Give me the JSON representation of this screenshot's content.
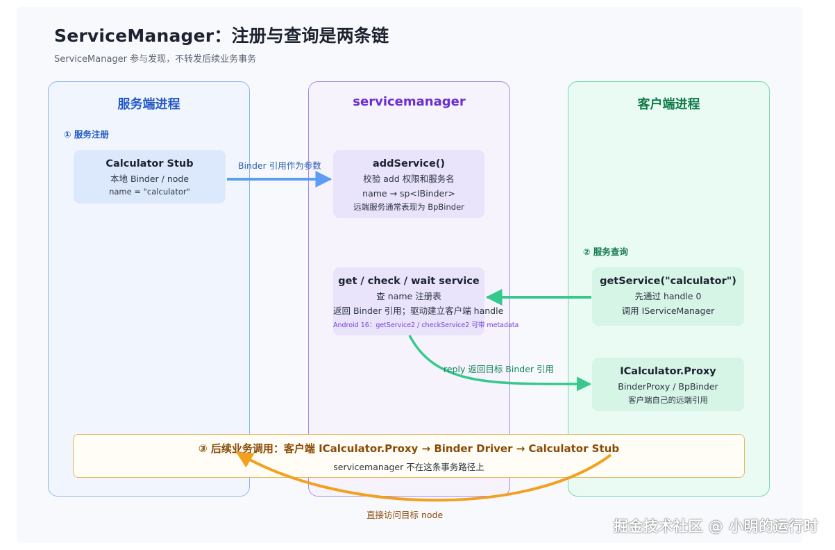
{
  "title": "ServiceManager：注册与查询是两条链",
  "subtitle": "ServiceManager 参与发现，不转发后续业务事务",
  "columns": {
    "server": {
      "title": "服务端进程",
      "step": "① 服务注册"
    },
    "sm": {
      "title": "servicemanager"
    },
    "client": {
      "title": "客户端进程",
      "step": "② 服务查询"
    }
  },
  "boxes": {
    "stub": {
      "title": "Calculator Stub",
      "line1": "本地 Binder / node",
      "line2": "name = \"calculator\""
    },
    "add": {
      "title": "addService()",
      "line1": "校验 add 权限和服务名",
      "line2": "name → sp<IBinder>",
      "line3": "远端服务通常表现为 BpBinder"
    },
    "get": {
      "title": "get / check / wait service",
      "line1": "查 name 注册表",
      "line2": "返回 Binder 引用；驱动建立客户端 handle",
      "note": "Android 16：getService2 / checkService2 可带 metadata"
    },
    "getsvc": {
      "title": "getService(\"calculator\")",
      "line1": "先通过 handle 0",
      "line2": "调用 IServiceManager"
    },
    "proxy": {
      "title": "ICalculator.Proxy",
      "line1": "BinderProxy / BpBinder",
      "line2": "客户端自己的远端引用"
    }
  },
  "arrows": {
    "register": "Binder 引用作为参数",
    "reply": "reply 返回目标 Binder 引用",
    "direct": "直接访问目标 node"
  },
  "bottom": {
    "title": "③ 后续业务调用：客户端 ICalculator.Proxy → Binder Driver → Calculator Stub",
    "subtitle": "servicemanager 不在这条事务路径上"
  },
  "watermark": "掘金技术社区 @ 小明的运行时",
  "colors": {
    "blue": "#5b9cf5",
    "green": "#35c98c",
    "orange": "#f2a020",
    "purple": "#6a2fd0"
  }
}
